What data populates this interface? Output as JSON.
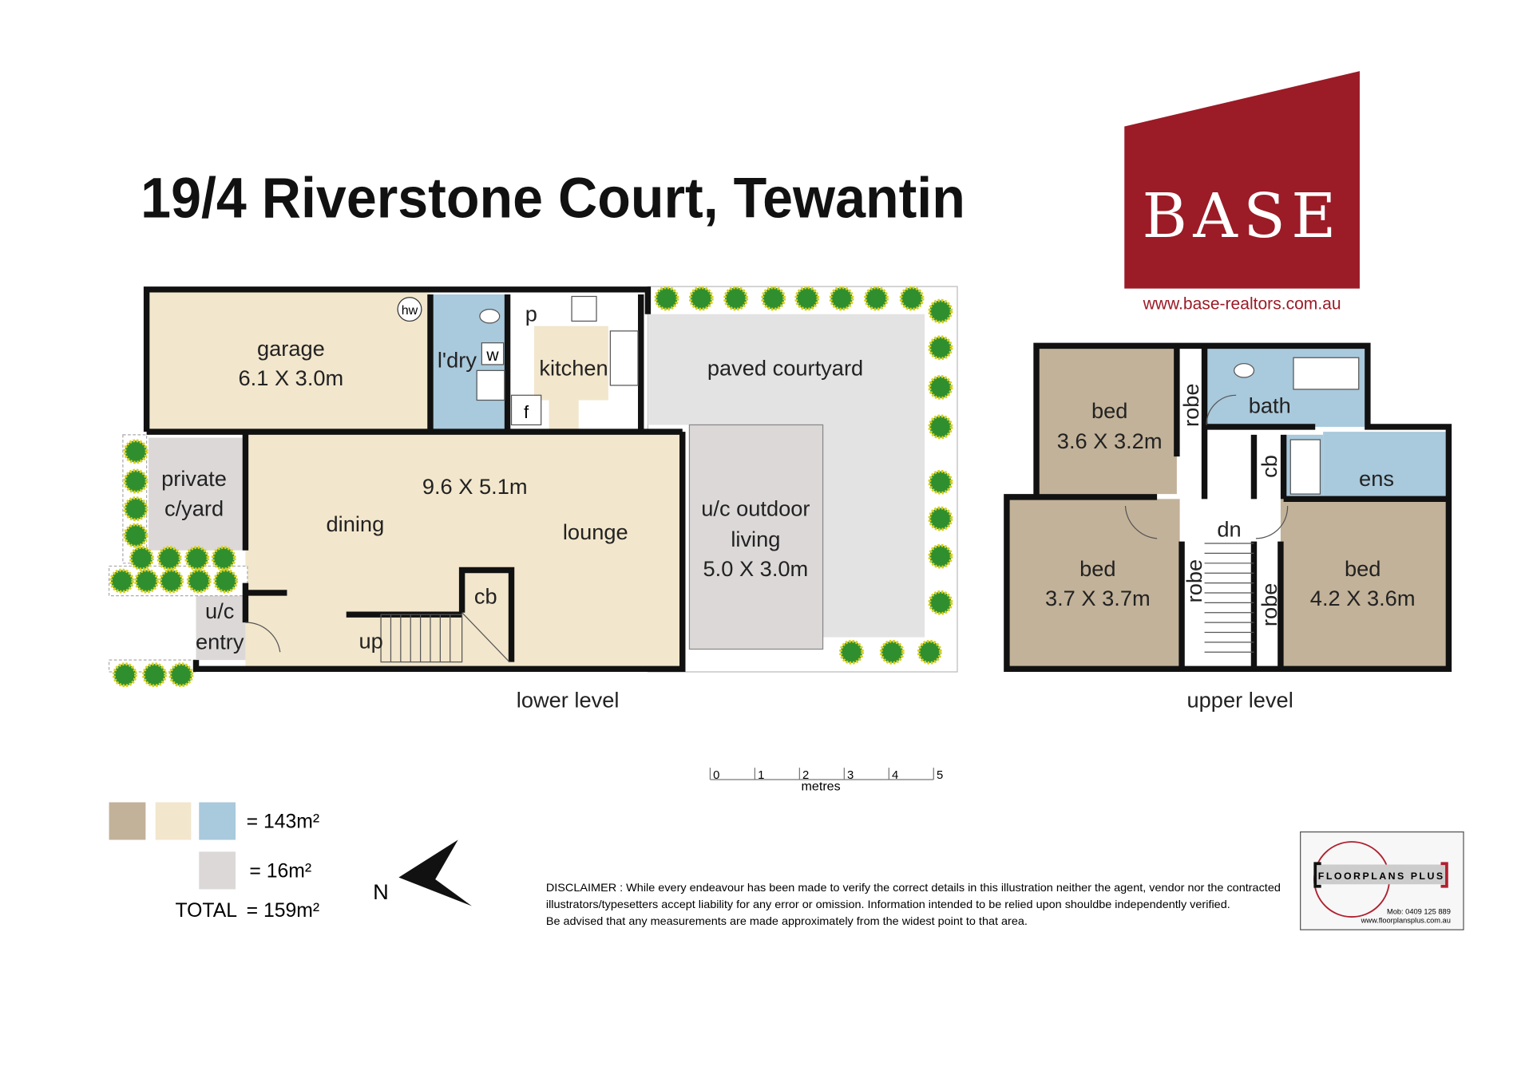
{
  "title": "19/4 Riverstone Court, Tewantin",
  "brand": {
    "name": "BASE",
    "url": "www.base-realtors.com.au",
    "color": "#9b1b26"
  },
  "lower_level": {
    "label": "lower level",
    "rooms": {
      "garage": "garage",
      "garage_dim": "6.1 X 3.0m",
      "hw": "hw",
      "laundry": "l'dry",
      "w": "w",
      "pantry": "p",
      "kitchen": "kitchen",
      "fridge": "f",
      "courtyard": "paved courtyard",
      "private1": "private",
      "private2": "c/yard",
      "living_dim": "9.6 X 5.1m",
      "dining": "dining",
      "lounge": "lounge",
      "outdoor1": "u/c outdoor",
      "outdoor2": "living",
      "outdoor_dim": "5.0 X 3.0m",
      "cb": "cb",
      "up": "up",
      "entry1": "u/c",
      "entry2": "entry"
    }
  },
  "upper_level": {
    "label": "upper level",
    "rooms": {
      "bed1": "bed",
      "bed1_dim": "3.6 X 3.2m",
      "robe1": "robe",
      "bath": "bath",
      "cb": "cb",
      "ens": "ens",
      "dn": "dn",
      "bed2": "bed",
      "bed2_dim": "3.7 X 3.7m",
      "robe2": "robe",
      "robe3": "robe",
      "bed3": "bed",
      "bed3_dim": "4.2 X 3.6m"
    }
  },
  "scale": {
    "ticks": [
      "0",
      "1",
      "2",
      "3",
      "4",
      "5"
    ],
    "unit": "metres"
  },
  "legend": {
    "main_area": "= 143m²",
    "outdoor_area": "= 16m²",
    "total_label": "TOTAL",
    "total": "= 159m²"
  },
  "north": "N",
  "disclaimer": [
    "DISCLAIMER : While every endeavour has been made to verify the correct details in this illustration neither the agent, vendor nor the contracted",
    "illustrators/typesetters accept liability for any error or omission. Information intended to be relied upon shouldbe independently verified.",
    "Be advised that any measurements are made approximately from the widest point to that area."
  ],
  "drafter": {
    "name": "FLOORPLANS PLUS",
    "mobile": "Mob: 0409 125 889",
    "url": "www.floorplansplus.com.au"
  },
  "colors": {
    "bed": "#c2b299",
    "living": "#f2e6cc",
    "wet": "#a9c9dc",
    "outdoor": "#dcd8d8",
    "courtyard": "#e3e3e3"
  }
}
